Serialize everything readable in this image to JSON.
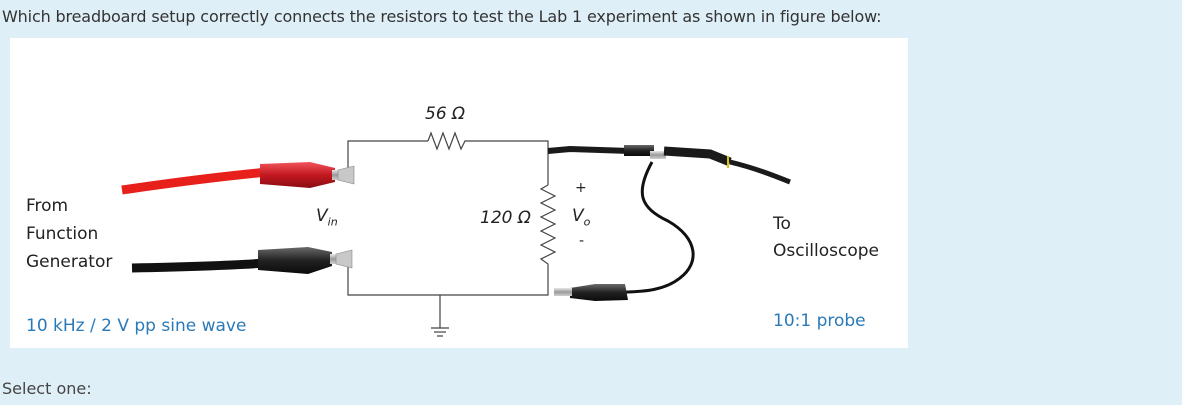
{
  "question": {
    "text": "Which breadboard setup correctly connects the resistors to test the Lab 1 experiment as shown in figure below:"
  },
  "figure": {
    "source": {
      "line1": "From",
      "line2": "Function",
      "line3": "Generator",
      "signal": "10 kHz / 2 V pp sine wave"
    },
    "circuit": {
      "series_resistor": "56 Ω",
      "shunt_resistor": "120 Ω",
      "vin_label": "V",
      "vin_sub": "in",
      "vo_label": "V",
      "vo_sub": "o",
      "plus": "+",
      "minus": "-"
    },
    "scope": {
      "line1": "To",
      "line2": "Oscilloscope",
      "probe": "10:1 probe"
    }
  },
  "answer": {
    "prompt": "Select one:"
  }
}
